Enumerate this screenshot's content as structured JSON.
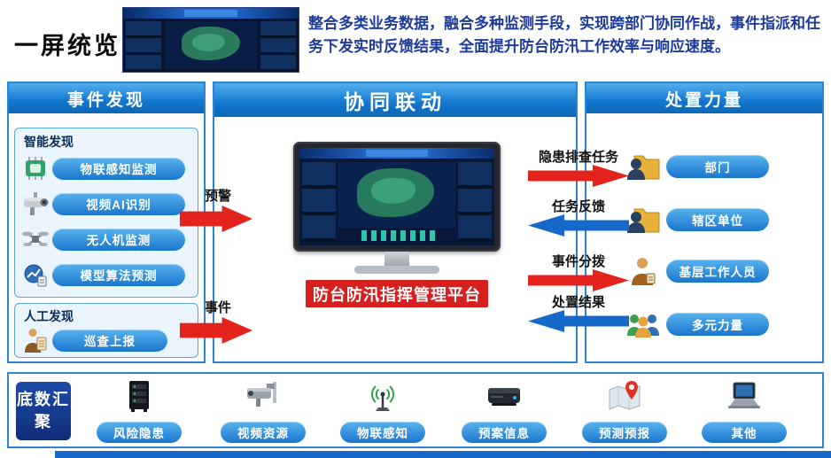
{
  "top": {
    "title": "一屏统览",
    "description": "整合多类业务数据，融合多种监测手段，实现跨部门协同作战，事件指派和任务下发实时反馈结果，全面提升防台防汛工作效率与响应速度。"
  },
  "event_discovery": {
    "title": "事件发现",
    "smart": {
      "title": "智能发现",
      "items": [
        {
          "icon": "chip-icon",
          "label": "物联感知监测"
        },
        {
          "icon": "ptz-camera-icon",
          "label": "视频AI识别"
        },
        {
          "icon": "drone-icon",
          "label": "无人机监测"
        },
        {
          "icon": "model-icon",
          "label": "模型算法预测"
        }
      ]
    },
    "manual": {
      "title": "人工发现",
      "items": [
        {
          "icon": "inspector-icon",
          "label": "巡查上报"
        }
      ]
    }
  },
  "flow_left": [
    {
      "label": "预警",
      "direction": "right",
      "color": "red"
    },
    {
      "label": "事件",
      "direction": "right",
      "color": "red"
    }
  ],
  "coordination": {
    "title": "协同联动",
    "platform_label": "防台防汛指挥管理平台"
  },
  "flow_right": [
    {
      "label": "隐患排查任务",
      "direction": "right",
      "color": "red"
    },
    {
      "label": "任务反馈",
      "direction": "left",
      "color": "blue"
    },
    {
      "label": "事件分拨",
      "direction": "right",
      "color": "red"
    },
    {
      "label": "处置结果",
      "direction": "left",
      "color": "blue"
    }
  ],
  "response_forces": {
    "title": "处置力量",
    "items": [
      {
        "icon": "dept-folder-icon",
        "label": "部门"
      },
      {
        "icon": "unit-folder-icon",
        "label": "辖区单位"
      },
      {
        "icon": "worker-icon",
        "label": "基层工作人员"
      },
      {
        "icon": "group-icon",
        "label": "多元力量"
      }
    ]
  },
  "base_data": {
    "title": "底数汇聚",
    "items": [
      {
        "icon": "server-icon",
        "label": "风险隐患"
      },
      {
        "icon": "cctv-icon",
        "label": "视频资源"
      },
      {
        "icon": "antenna-icon",
        "label": "物联感知"
      },
      {
        "icon": "storage-icon",
        "label": "预案信息"
      },
      {
        "icon": "map-pin-icon",
        "label": "预测预报"
      },
      {
        "icon": "laptop-icon",
        "label": "其他"
      }
    ]
  },
  "colors": {
    "header_blue": "#1176cd",
    "panel_border": "#2f84d0",
    "pill_blue": "#1976cc",
    "arrow_red": "#e3231c",
    "arrow_blue": "#1668c9",
    "banner_red": "#d61f1f",
    "deep_navy": "#102e78"
  }
}
